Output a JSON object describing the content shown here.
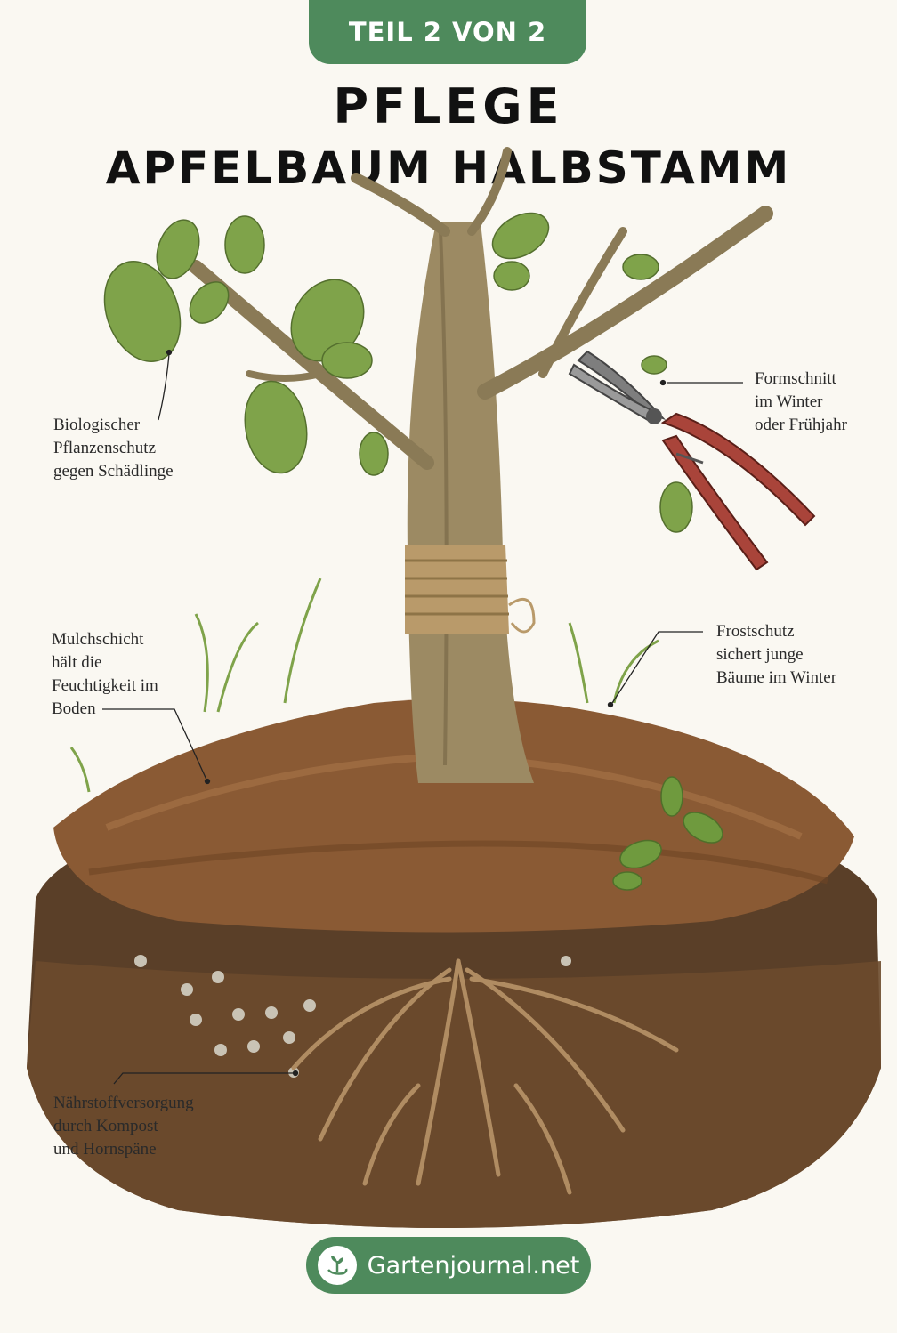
{
  "badge": "TEIL 2 VON 2",
  "title": {
    "line1": "PFLEGE",
    "line2": "APFELBAUM HALBSTAMM"
  },
  "annotations": {
    "pest_control": "Biologischer\nPflanzenschutz\ngegen Schädlinge",
    "pruning": "Formschnitt\nim Winter\noder Frühjahr",
    "mulch": "Mulchschicht\nhält die\nFeuchtigkeit im\nBoden",
    "frost": "Frostschutz\nsichert junge\nBäume im Winter",
    "nutrients": "Nährstoffversorgung\ndurch Kompost\nund Hornspäne"
  },
  "footer": {
    "site": "Gartenjournal.net",
    "icon": "sprout-hand-icon"
  },
  "colors": {
    "accent_green": "#4e8a5c",
    "mulch_brown": "#8a5a34",
    "soil_dark": "#4a3320",
    "leaf_green": "#7fa34a",
    "trunk": "#9c8a63"
  }
}
